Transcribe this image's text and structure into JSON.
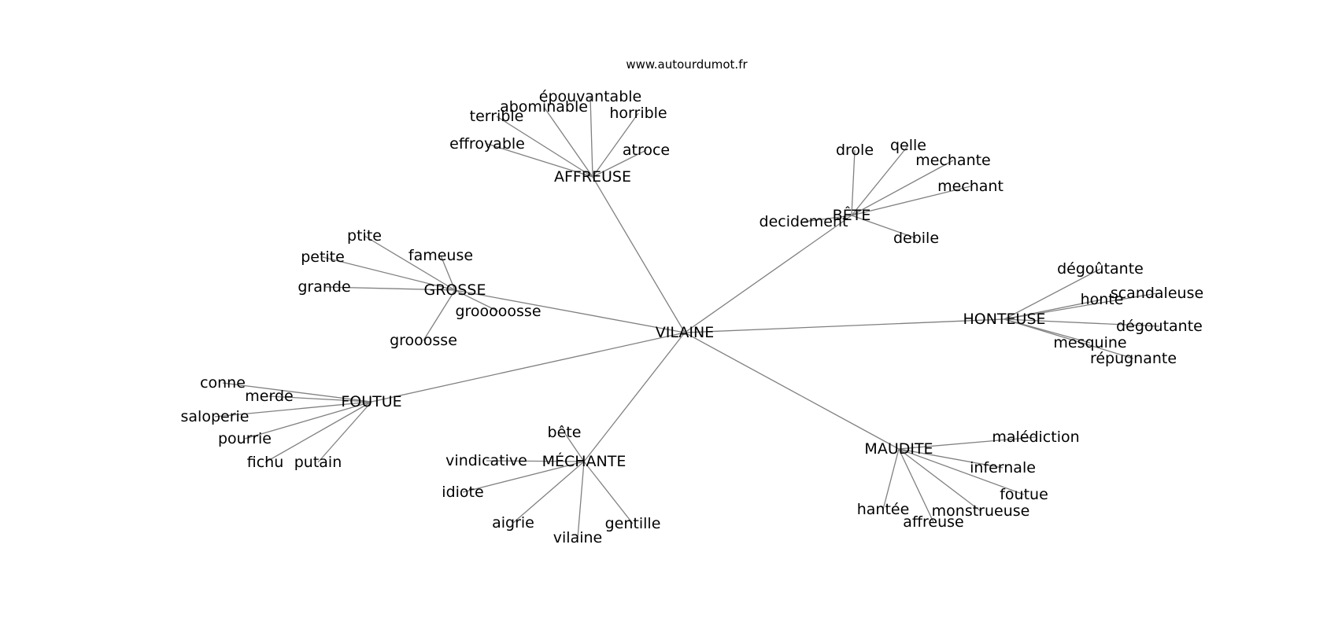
{
  "header": {
    "site_url": "www.autourdumot.fr"
  },
  "colors": {
    "edge": "#808080",
    "text": "#000000",
    "background": "#ffffff"
  },
  "graph": {
    "root": "VILAINE",
    "groups": [
      {
        "hub": "AFFREUSE",
        "leaves": [
          "épouvantable",
          "abominable",
          "terrible",
          "horrible",
          "effroyable",
          "atroce"
        ]
      },
      {
        "hub": "BÊTE",
        "leaves": [
          "drole",
          "qelle",
          "mechante",
          "mechant",
          "decidement",
          "debile"
        ]
      },
      {
        "hub": "GROSSE",
        "leaves": [
          "ptite",
          "petite",
          "fameuse",
          "grande",
          "grooooosse",
          "grooosse"
        ]
      },
      {
        "hub": "HONTEUSE",
        "leaves": [
          "dégoûtante",
          "scandaleuse",
          "honte",
          "dégoutante",
          "mesquine",
          "répugnante"
        ]
      },
      {
        "hub": "FOUTUE",
        "leaves": [
          "conne",
          "merde",
          "saloperie",
          "pourrie",
          "fichu",
          "putain"
        ]
      },
      {
        "hub": "MÉCHANTE",
        "leaves": [
          "bête",
          "vindicative",
          "idiote",
          "aigrie",
          "vilaine",
          "gentille"
        ]
      },
      {
        "hub": "MAUDITE",
        "leaves": [
          "malédiction",
          "infernale",
          "foutue",
          "hantée",
          "monstrueuse",
          "affreuse"
        ]
      }
    ]
  }
}
